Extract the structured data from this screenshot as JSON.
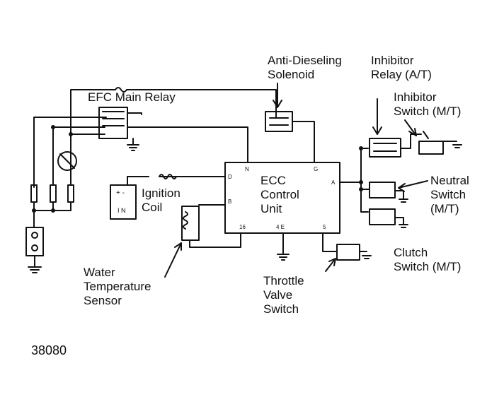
{
  "labels": {
    "anti_dieseling": [
      "Anti-Dieseling",
      "Solenoid"
    ],
    "inhibitor_relay": [
      "Inhibitor",
      "Relay (A/T)"
    ],
    "inhibitor_switch": [
      "Inhibitor",
      "Switch (M/T)"
    ],
    "efc_main_relay": "EFC Main Relay",
    "ecc_unit": [
      "ECC",
      "Control",
      "Unit"
    ],
    "neutral_switch": [
      "Neutral",
      "Switch",
      "(M/T)"
    ],
    "ignition_coil": [
      "Ignition",
      "Coil"
    ],
    "water_temp": [
      "Water",
      "Temperature",
      "Sensor"
    ],
    "throttle_valve": [
      "Throttle",
      "Valve",
      "Switch"
    ],
    "clutch_switch": [
      "Clutch",
      "Switch (M/T)"
    ],
    "figure_number": "38080"
  },
  "pins": {
    "n": "N",
    "g": "G",
    "d": "D",
    "b": "B",
    "a": "A",
    "sixteen": "16",
    "four_e": "4 E",
    "five": "5"
  },
  "coil_marks": {
    "top": "+ -",
    "bottom": "I N"
  },
  "colors": {
    "ink": "#111111",
    "background": "#ffffff"
  }
}
